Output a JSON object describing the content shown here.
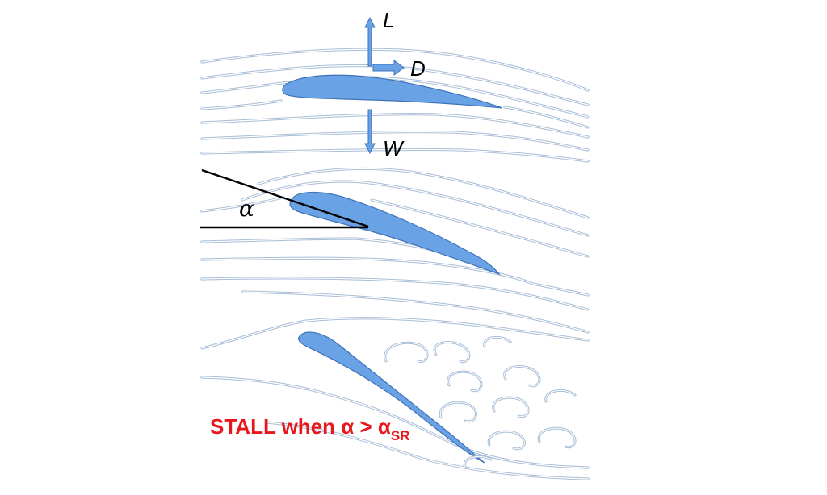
{
  "forces": {
    "lift": "L",
    "drag": "D",
    "weight": "W"
  },
  "angle": {
    "symbol": "α"
  },
  "stall": {
    "text": "STALL when α > α",
    "subscript": "SR"
  },
  "colors": {
    "airfoil": "#6aa2e6",
    "streamline": "#a8bdd6",
    "stall_text": "#e8171c"
  },
  "panels": [
    "level-flight",
    "angle-of-attack",
    "stall"
  ]
}
